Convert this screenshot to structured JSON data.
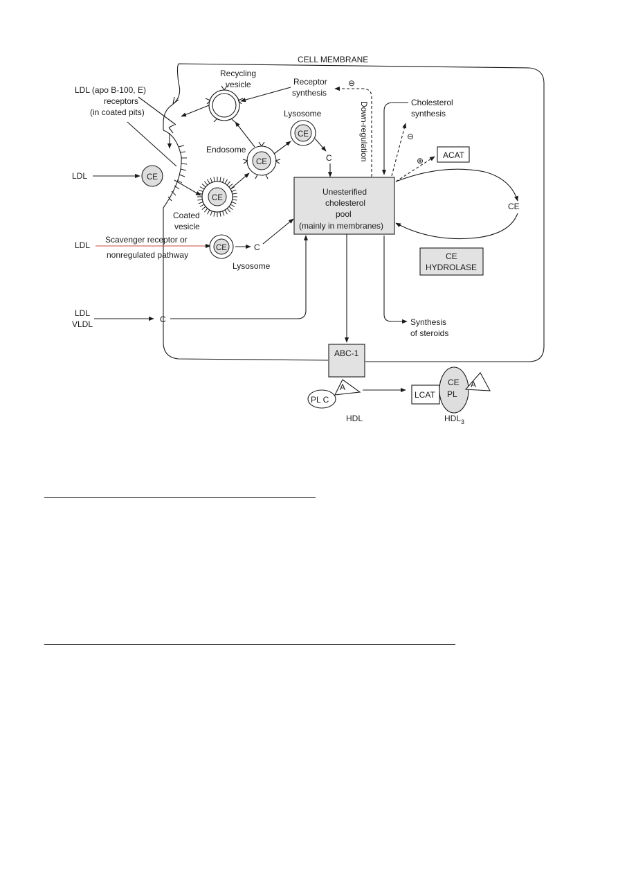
{
  "diagram": {
    "membrane": "CELL MEMBRANE",
    "ldl_receptors": [
      "LDL (apo B-100, E)",
      "receptors",
      "(in coated pits)"
    ],
    "recycling_vesicle": [
      "Recycling",
      "vesicle"
    ],
    "receptor_synthesis": [
      "Receptor",
      "synthesis"
    ],
    "down_regulation": "Down-regulation",
    "cholesterol_synthesis": [
      "Cholesterol",
      "synthesis"
    ],
    "lysosome_top": "Lysosome",
    "endosome": "Endosome",
    "ce": "CE",
    "c": "C",
    "acat": "ACAT",
    "minus": "⊖",
    "plus": "⊕",
    "pool": [
      "Unesterified",
      "cholesterol",
      "pool",
      "(mainly in membranes)"
    ],
    "ldl": "LDL",
    "vldl": "VLDL",
    "coated_vesicle": [
      "Coated",
      "vesicle"
    ],
    "scavenger": [
      "Scavenger receptor or",
      "nonregulated pathway"
    ],
    "lysosome_mid": "Lysosome",
    "ce_hydrolase": [
      "CE",
      "HYDROLASE"
    ],
    "steroids": [
      "Synthesis",
      "of steroids"
    ],
    "abc1": "ABC-1",
    "apo_a": "A",
    "plc": "PL C",
    "hdl": "HDL",
    "lcat": "LCAT",
    "hdl3_ce": "CE",
    "hdl3_pl": "PL",
    "hdl3": "HDL",
    "hdl3_sub": "3"
  }
}
